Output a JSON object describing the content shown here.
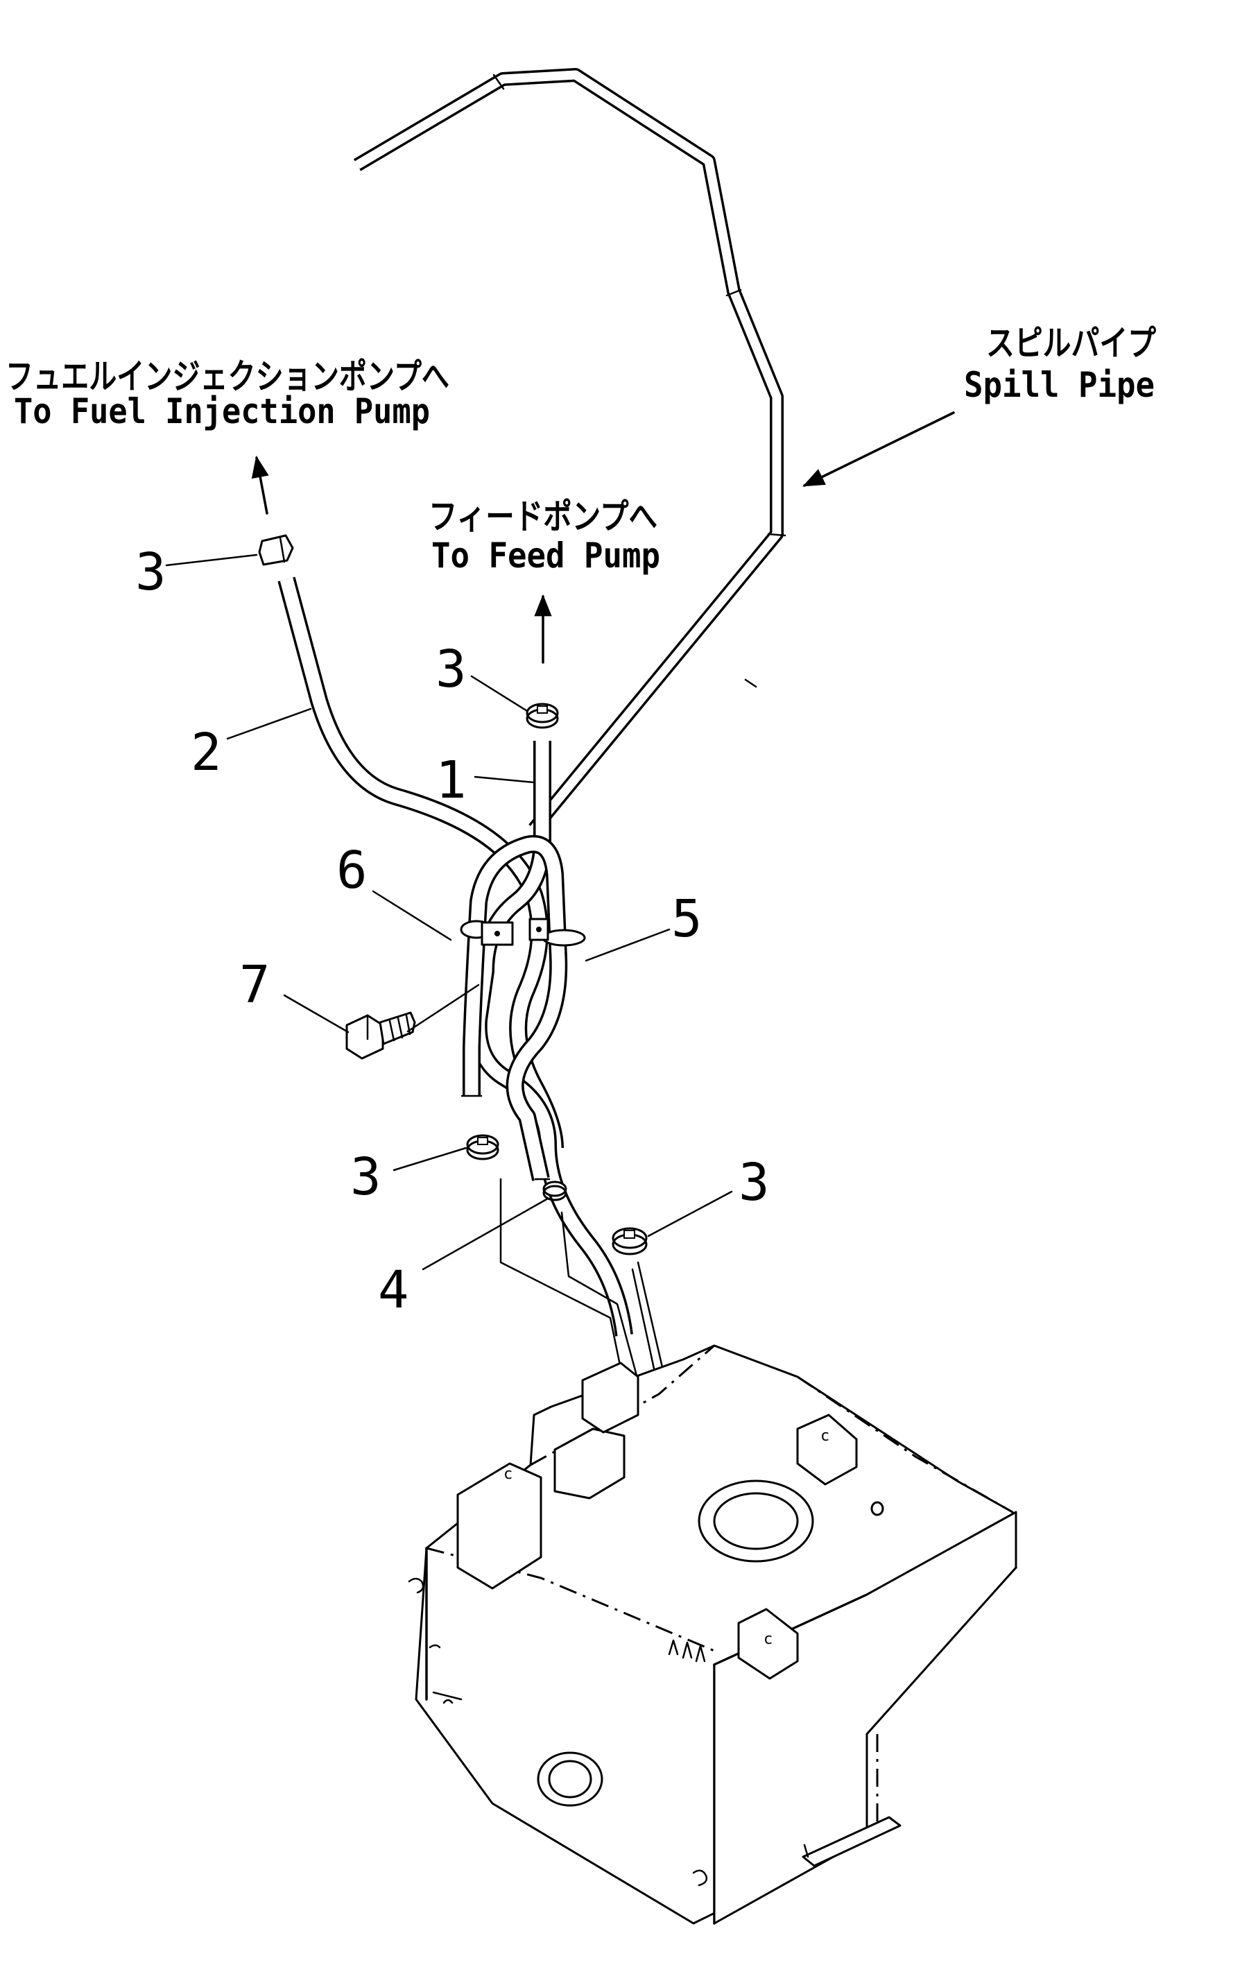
{
  "labels": {
    "fuel_injection_jp": "フュエルインジェクションポンプへ",
    "fuel_injection_en": "To Fuel Injection Pump",
    "feed_pump_jp": "フィードポンプへ",
    "feed_pump_en": "To Feed Pump",
    "spill_pipe_jp": "スピルパイプ",
    "spill_pipe_en": "Spill Pipe"
  },
  "callouts": {
    "clamp_top_left": "3",
    "clamp_top_center": "3",
    "hose_1": "1",
    "hose_2": "2",
    "clip_5": "5",
    "clip_6": "6",
    "bolt_7": "7",
    "clamp_lower_left": "3",
    "clamp_lower_right": "3",
    "clamp_4": "4"
  },
  "colors": {
    "line": "#000000",
    "background": "#ffffff"
  },
  "icons": {
    "arrow_fuel_injection": "up-arrow-icon",
    "arrow_feed_pump": "up-arrow-icon",
    "leader_spill_pipe": "arrow-icon"
  }
}
